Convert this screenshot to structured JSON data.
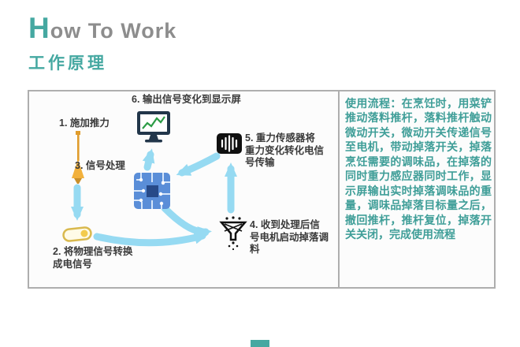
{
  "header": {
    "title_initial": "H",
    "title_rest": "ow To Work",
    "subtitle": "工作原理"
  },
  "diagram": {
    "steps": [
      {
        "label": "1. 施加推力",
        "icon": "push-rod-icon"
      },
      {
        "label": "2. 将物理信号转换成电信号",
        "icon": "capsule-switch-icon"
      },
      {
        "label": "3. 信号处理",
        "icon": "circuit-board-icon"
      },
      {
        "label": "4. 收到处理后信号电机启动掉落调料",
        "icon": "funnel-drop-icon"
      },
      {
        "label": "5. 重力传感器将重力变化转化电信号传输",
        "icon": "gravity-sensor-icon"
      },
      {
        "label": "6. 输出信号变化到显示屏",
        "icon": "display-monitor-icon"
      }
    ]
  },
  "instructions": {
    "text": "使用流程：在烹饪时，用菜铲推动落料推杆，落料推杆触动微动开关，微动开关传递信号至电机，带动掉落开关，掉落烹饪需要的调味品，在掉落的同时重力感应器同时工作，显示屏输出实时掉落调味品的重量，调味品掉落目标量之后，撤回推杆，推杆复位，掉落开关关闭，完成使用流程"
  },
  "colors": {
    "accent_teal": "#45a8a1",
    "title_gray": "#8d8d8d",
    "arrow_blue": "#8ed8f2",
    "border_gray": "#aeaeae",
    "label_dark": "#3a3a3a"
  }
}
